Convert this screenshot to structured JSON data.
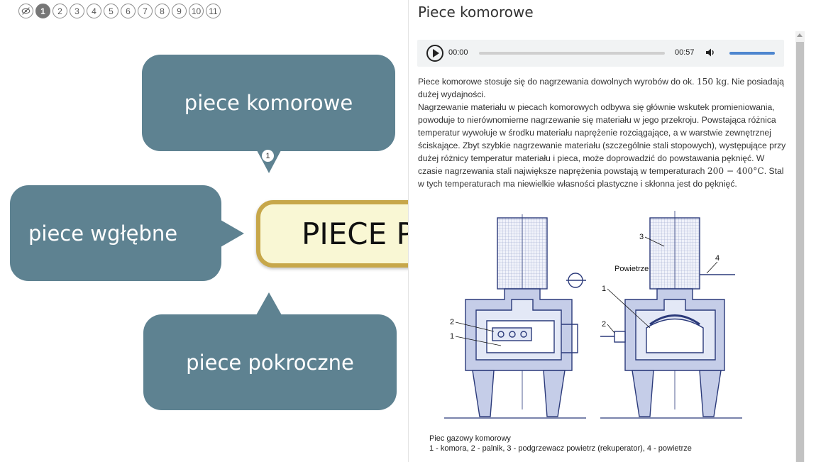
{
  "steps": [
    "1",
    "2",
    "3",
    "4",
    "5",
    "6",
    "7",
    "8",
    "9",
    "10",
    "11"
  ],
  "mindmap": {
    "center": "PIECE P",
    "top": "piece komorowe",
    "left": "piece wgłębne",
    "bottom": "piece pokroczne",
    "marker": "1"
  },
  "panel": {
    "title": "Piece komorowe",
    "audio": {
      "current": "00:00",
      "duration": "00:57"
    },
    "paragraphs": [
      {
        "a": "Piece komorowe stosuje się do nagrzewania dowolnych wyrobów do ok.",
        "b": "150 kg",
        "c": ". Nie posiadają dużej wydajności."
      },
      {
        "a": "Nagrzewanie materiału w piecach komorowych odbywa się głównie wskutek promieniowania, powoduje to nierównomierne nagrzewanie się materiału w jego przekroju. Powstająca różnica temperatur wywołuje w środku materiału naprężenie rozciągające, a w warstwie zewnętrznej ściskające. Zbyt szybkie nagrzewanie materiału (szczególnie stali stopowych), występujące przy dużej różnicy temperatur materiału i pieca, może doprowadzić do powstawania pęknięć. W czasie nagrzewania stali największe naprężenia powstają w temperaturach",
        "b": "200 − 400°C",
        "c": ". Stal w tych temperaturach ma niewielkie własności plastyczne i skłonna jest do pęknięć."
      }
    ],
    "figure_labels": {
      "n1": "1",
      "n2": "2",
      "n3": "3",
      "n4": "4",
      "air": "Powietrze"
    },
    "caption_title": "Piec gazowy komorowy",
    "caption_legend": "1 - komora, 2 - palnik, 3 - podgrzewacz powietrz (rekuperator), 4 - powietrze"
  }
}
